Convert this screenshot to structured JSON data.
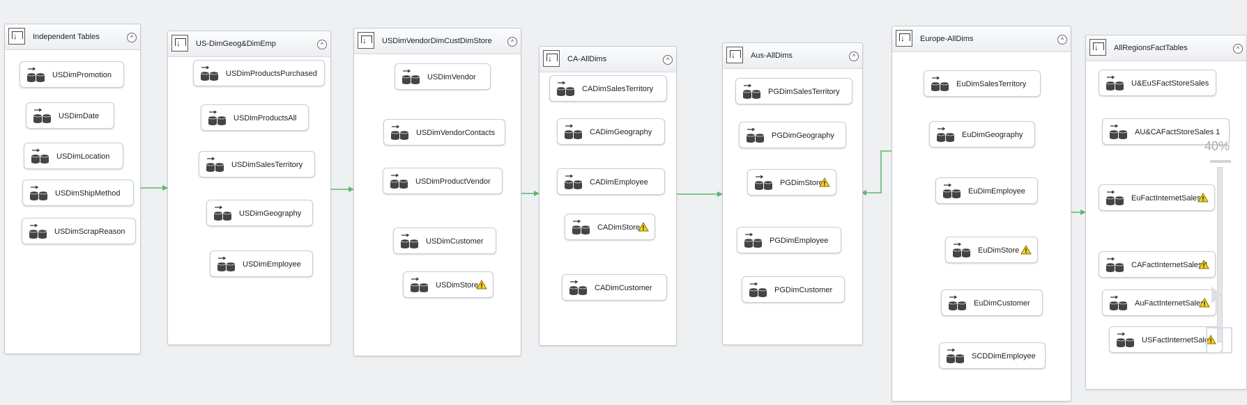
{
  "containers": [
    {
      "title": "Independent Tables",
      "tasks": [
        {
          "label": "USDimPromotion",
          "warning": false
        },
        {
          "label": "USDimDate",
          "warning": false
        },
        {
          "label": "USDimLocation",
          "warning": false
        },
        {
          "label": "USDimShipMethod",
          "warning": false
        },
        {
          "label": "USDimScrapReason",
          "warning": false
        }
      ]
    },
    {
      "title": "US-DimGeog&DimEmp",
      "tasks": [
        {
          "label": "USDimProductsPurchased",
          "warning": false
        },
        {
          "label": "USDimProductsAll",
          "warning": false
        },
        {
          "label": "USDimSalesTerritory",
          "warning": false
        },
        {
          "label": "USDimGeography",
          "warning": false
        },
        {
          "label": "USDimEmployee",
          "warning": false
        }
      ]
    },
    {
      "title": "USDimVendorDimCustDimStore",
      "tasks": [
        {
          "label": "USDimVendor",
          "warning": false
        },
        {
          "label": "USDimVendorContacts",
          "warning": false
        },
        {
          "label": "USDimProductVendor",
          "warning": false
        },
        {
          "label": "USDimCustomer",
          "warning": false
        },
        {
          "label": "USDimStore",
          "warning": true
        }
      ]
    },
    {
      "title": "CA-AllDims",
      "tasks": [
        {
          "label": "CADimSalesTerritory",
          "warning": false
        },
        {
          "label": "CADimGeography",
          "warning": false
        },
        {
          "label": "CADimEmployee",
          "warning": false
        },
        {
          "label": "CADimStore",
          "warning": true
        },
        {
          "label": "CADimCustomer",
          "warning": false
        }
      ]
    },
    {
      "title": "Aus-AllDims",
      "tasks": [
        {
          "label": "PGDimSalesTerritory",
          "warning": false
        },
        {
          "label": "PGDimGeography",
          "warning": false
        },
        {
          "label": "PGDimStore",
          "warning": true
        },
        {
          "label": "PGDimEmployee",
          "warning": false
        },
        {
          "label": "PGDimCustomer",
          "warning": false
        }
      ]
    },
    {
      "title": "Europe-AllDims",
      "tasks": [
        {
          "label": "EuDimSalesTerritory",
          "warning": false
        },
        {
          "label": "EuDimGeography",
          "warning": false
        },
        {
          "label": "EuDimEmployee",
          "warning": false
        },
        {
          "label": "EuDimStore",
          "warning": true
        },
        {
          "label": "EuDimCustomer",
          "warning": false
        },
        {
          "label": "SCDDimEmployee",
          "warning": false
        }
      ]
    },
    {
      "title": "AllRegionsFactTables",
      "tasks": [
        {
          "label": "U&EuSFactStoreSales",
          "warning": false
        },
        {
          "label": "AU&CAFactStoreSales 1",
          "warning": false
        },
        {
          "label": "EuFactInternetSales",
          "warning": true
        },
        {
          "label": "CAFactInternetSales 1",
          "warning": true
        },
        {
          "label": "AuFactInternetSales",
          "warning": true
        },
        {
          "label": "USFactInternetSales",
          "warning": true
        }
      ]
    }
  ],
  "zoom": {
    "label": "40%"
  },
  "colors": {
    "arrow": "#5cb870",
    "warning": "#f2d21b"
  }
}
